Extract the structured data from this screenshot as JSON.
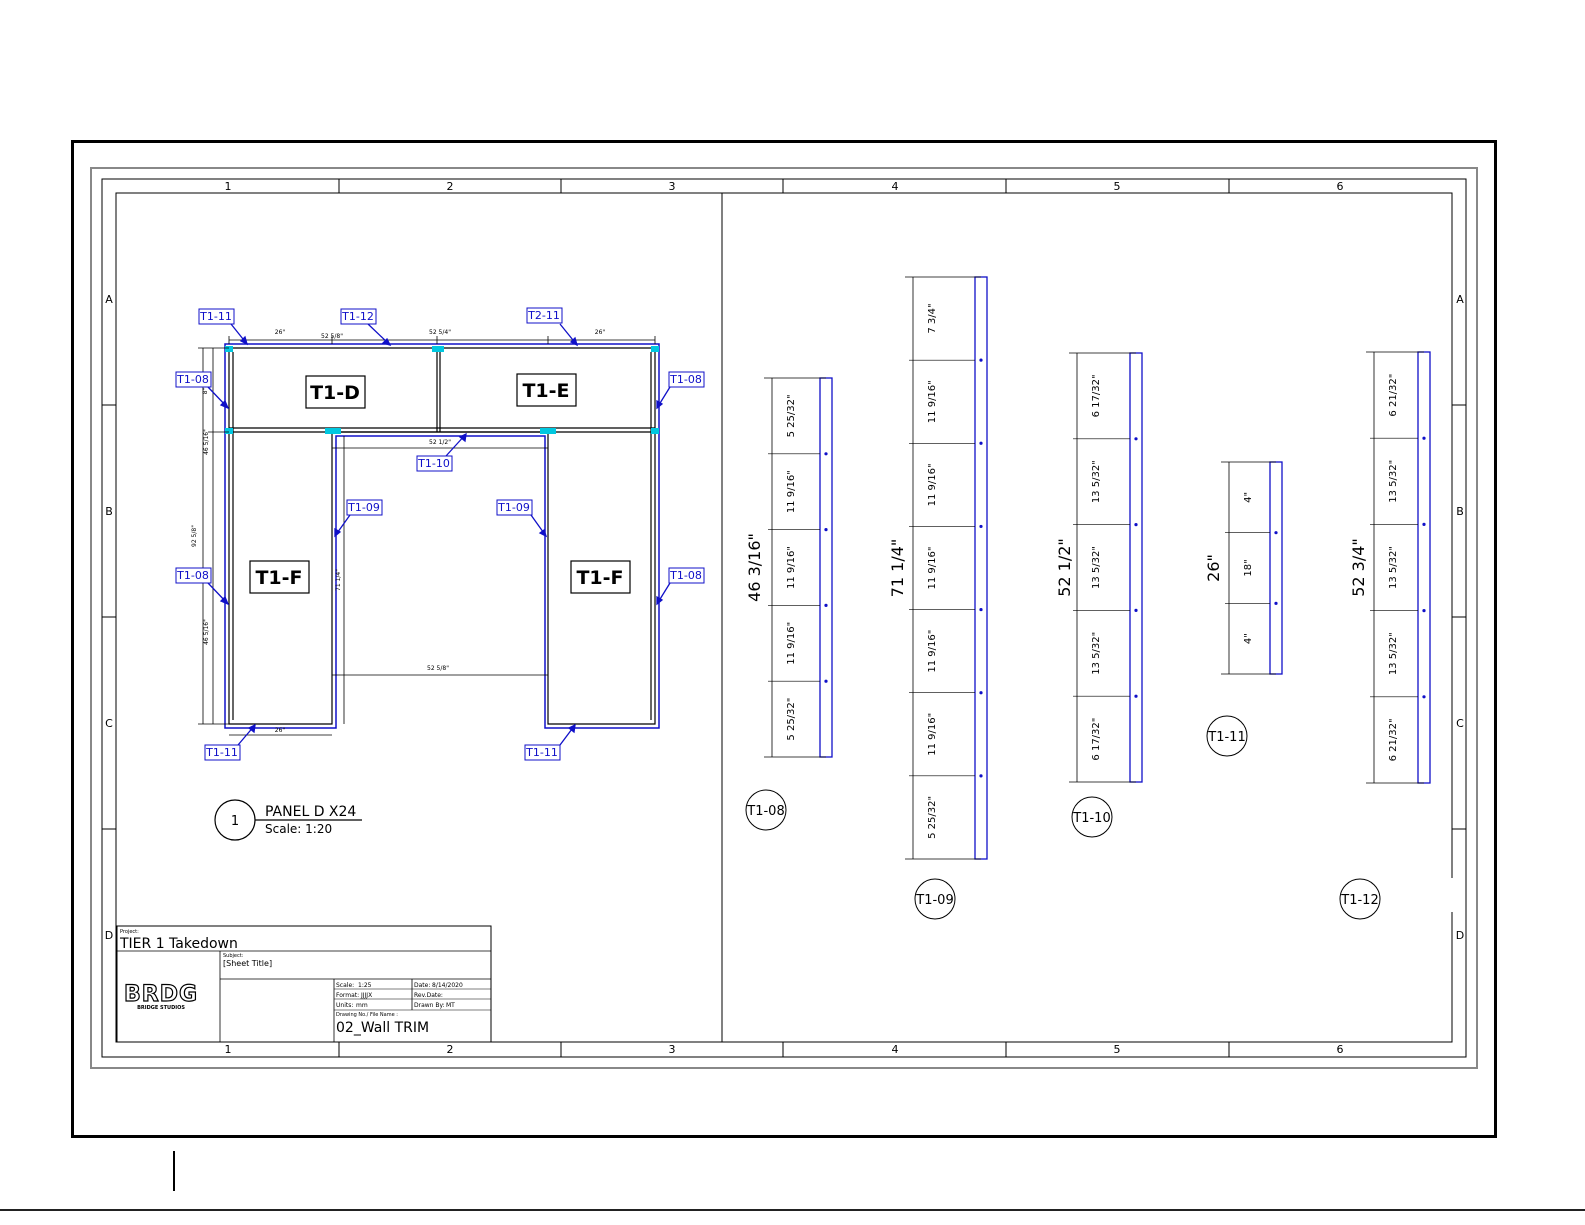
{
  "grid": {
    "columns": [
      "1",
      "2",
      "3",
      "4",
      "5",
      "6"
    ],
    "rows": [
      "A",
      "B",
      "C",
      "D"
    ]
  },
  "panel": {
    "labels": {
      "tl": "T1-11",
      "tm": "T1-12",
      "tr": "T2-11",
      "l1": "T1-08",
      "r1": "T1-08",
      "l2": "T1-08",
      "r2": "T1-08",
      "c10": "T1-10",
      "lm09": "T1-09",
      "rm09": "T1-09",
      "bl": "T1-11",
      "br": "T1-11"
    },
    "blocks": {
      "d": "T1-D",
      "e": "T1-E",
      "f1": "T1-F",
      "f2": "T1-F"
    },
    "dims": {
      "top_a": "26\"",
      "top_b": "52 5/8\"",
      "top_c": "52 5/4\"",
      "top_d": "26\"",
      "inner": "52 1/2\"",
      "bottom_inner": "52 5/8\"",
      "bottom_left": "26\"",
      "side_a": "46 5/16\"",
      "side_b": "92 5/8\"",
      "side_c": "46 5/16\"",
      "mid": "71 1/4\"",
      "small": "8\""
    }
  },
  "view_title": {
    "number": "1",
    "name": "PANEL D X24",
    "scale": "Scale: 1:20"
  },
  "trims": [
    {
      "tag": "T1-08",
      "overall": "46 3/16\"",
      "segments": [
        "5 25/32\"",
        "11 9/16\"",
        "11 9/16\"",
        "11 9/16\"",
        "5 25/32\""
      ]
    },
    {
      "tag": "T1-09",
      "overall": "71 1/4\"",
      "segments": [
        "7 3/4\"",
        "11 9/16\"",
        "11 9/16\"",
        "11 9/16\"",
        "11 9/16\"",
        "11 9/16\"",
        "5 25/32\""
      ]
    },
    {
      "tag": "T1-10",
      "overall": "52 1/2\"",
      "segments": [
        "6 17/32\"",
        "13 5/32\"",
        "13 5/32\"",
        "13 5/32\"",
        "6 17/32\""
      ]
    },
    {
      "tag": "T1-11",
      "overall": "26\"",
      "segments": [
        "4\"",
        "18\"",
        "4\""
      ]
    },
    {
      "tag": "T1-12",
      "overall": "52 3/4\"",
      "segments": [
        "6 21/32\"",
        "13 5/32\"",
        "13 5/32\"",
        "13 5/32\"",
        "6 21/32\""
      ]
    }
  ],
  "title_block": {
    "project_label": "Project:",
    "project": "TIER 1 Takedown",
    "subject_label": "Subject:",
    "subject": "[Sheet Title]",
    "logo": "BRDG",
    "logo_sub": "BRIDGE STUDIOS",
    "scale_label": "Scale:",
    "scale": "1:25",
    "date_label": "Date:",
    "date": "8/14/2020",
    "format_label": "Format:",
    "format": "JJJJX",
    "rev_label": "Rev.Date:",
    "rev": "",
    "units_label": "Units:",
    "units": "mm",
    "drawn_label": "Drawn By:",
    "drawn": "MT",
    "file_label": "Drawing No./ File Name :",
    "file": "02_Wall TRIM"
  },
  "colors": {
    "line": "#000000",
    "blue": "#1010c8",
    "cyan": "#00c8e0",
    "tag_text": "#1010c8"
  }
}
